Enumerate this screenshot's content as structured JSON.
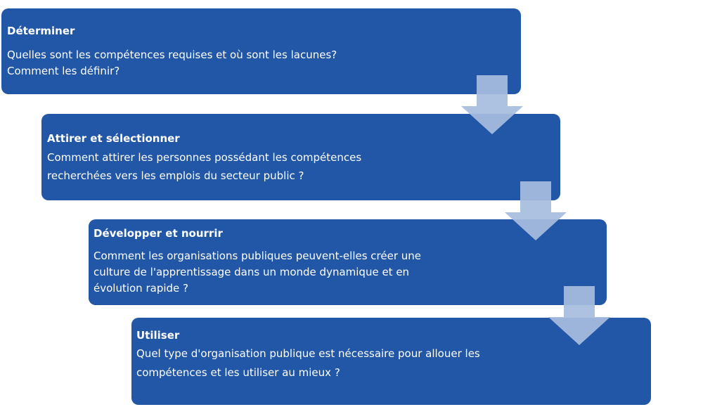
{
  "diagram": {
    "colors": {
      "box": "#2157a6",
      "arrow": "#a7bcdf",
      "text": "#ffffff"
    },
    "steps": [
      {
        "title": "Déterminer",
        "lines": [
          "Quelles sont les compétences requises et où sont les lacunes?",
          "Comment les définir?"
        ]
      },
      {
        "title": "Attirer et sélectionner",
        "lines": [
          "Comment attirer les personnes possédant les compétences",
          "recherchées vers les emplois du secteur public ?"
        ]
      },
      {
        "title": "Développer et nourrir",
        "lines": [
          "Comment les organisations publiques peuvent-elles créer une",
          "culture de l'apprentissage dans un monde dynamique et en",
          "évolution rapide ?"
        ]
      },
      {
        "title": "Utiliser",
        "lines": [
          "Quel type d'organisation publique est nécessaire pour allouer les",
          "compétences et les utiliser au mieux ?"
        ]
      }
    ],
    "arrows": [
      {
        "icon": "down-arrow-icon"
      },
      {
        "icon": "down-arrow-icon"
      },
      {
        "icon": "down-arrow-icon"
      }
    ]
  }
}
